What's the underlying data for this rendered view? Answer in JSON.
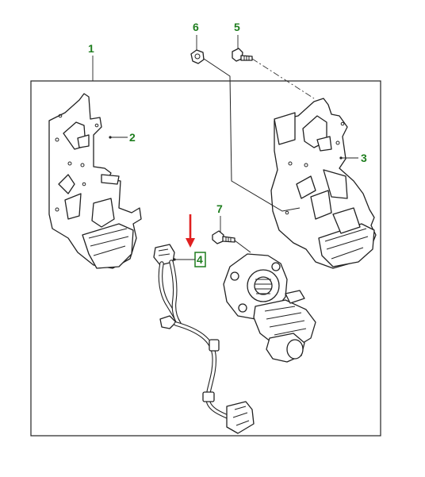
{
  "callouts": {
    "c1": "1",
    "c2": "2",
    "c3": "3",
    "c4": "4",
    "c5": "5",
    "c6": "6",
    "c7": "7"
  },
  "colors": {
    "callout_text": "#1e7d1e",
    "highlight_box": "#1e7d1e",
    "pointer_arrow": "#e02020",
    "line_art": "#222222"
  },
  "icons": {
    "pointer": "arrow-down-icon"
  }
}
